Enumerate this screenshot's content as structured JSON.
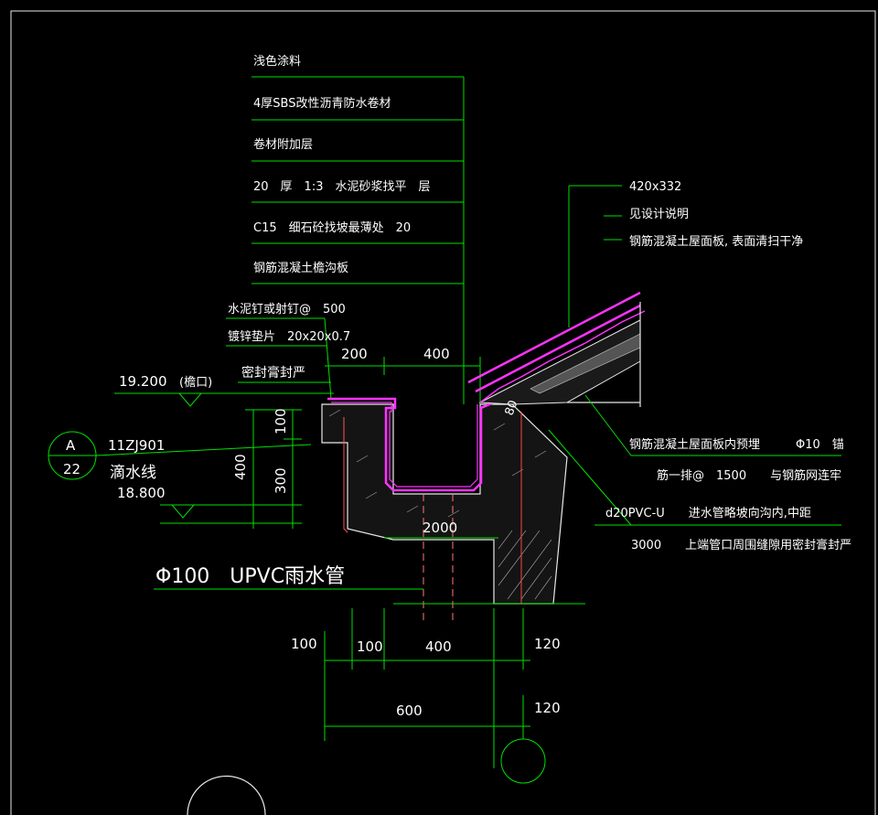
{
  "layers_left": [
    "浅色涂料",
    "4厚SBS改性沥青防水卷材",
    "卷材附加层",
    "20　厚　1:3　水泥砂浆找平　层",
    "C15　细石砼找坡最薄处　20",
    "钢筋混凝土檐沟板"
  ],
  "nail_label": "水泥钉或射钉@　500",
  "gasket_label": "镀锌垫片　20x20x0.7",
  "sealant_label": "密封膏封严",
  "elevation_top": "19.200",
  "elevation_top_note": "(檐口)",
  "drip_ref": "11ZJ901",
  "drip_label": "滴水线",
  "elevation_bottom": "18.800",
  "detail_mark_letter": "A",
  "detail_mark_number": "22",
  "right_top_labels": [
    "420x332",
    "见设计说明",
    "钢筋混凝土屋面板, 表面清扫干净"
  ],
  "right_bottom_labels": [
    "钢筋混凝土屋面板内预埋　　　Φ10　锚",
    "筋一排@　1500　　与钢筋网连牢",
    "d20PVC-U　　进水管略坡向沟内,中距",
    "3000　　上端管口周围缝隙用密封膏封严"
  ],
  "dims": {
    "d200": "200",
    "d400_top": "400",
    "d100_v": "100",
    "d400_v": "400",
    "d300_v": "300",
    "d80": "80",
    "d2000": "2000",
    "b100_a": "100",
    "b100_b": "100",
    "b400": "400",
    "b120_a": "120",
    "b600": "600",
    "b120_b": "120"
  },
  "pipe_label": "Φ100　UPVC雨水管",
  "colors": {
    "background": "#000000",
    "leader": "#00e000",
    "outline": "#e8e8e8",
    "membrane": "#ff33ff",
    "axis": "#ff5555",
    "text": "#ffffff"
  }
}
